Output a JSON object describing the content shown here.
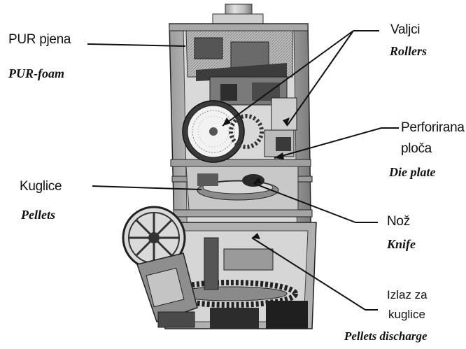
{
  "diagram": {
    "subject": "pellet-mill-cutaway",
    "labels": [
      {
        "id": "pur_foam",
        "hr": "PUR pjena",
        "en": "PUR-foam"
      },
      {
        "id": "rollers",
        "hr": "Valjci",
        "en": "Rollers"
      },
      {
        "id": "die_plate",
        "hr_line1": "Perforirana",
        "hr_line2": "ploča",
        "en": "Die plate"
      },
      {
        "id": "pellets",
        "hr": "Kuglice",
        "en": "Pellets"
      },
      {
        "id": "knife",
        "hr": "Nož",
        "en": "Knife"
      },
      {
        "id": "pellets_discharge",
        "hr_line1": "Izlaz za",
        "hr_line2": "kuglice",
        "en": "Pellets discharge"
      }
    ],
    "colors": {
      "ink": "#111111",
      "background": "#ffffff"
    }
  }
}
